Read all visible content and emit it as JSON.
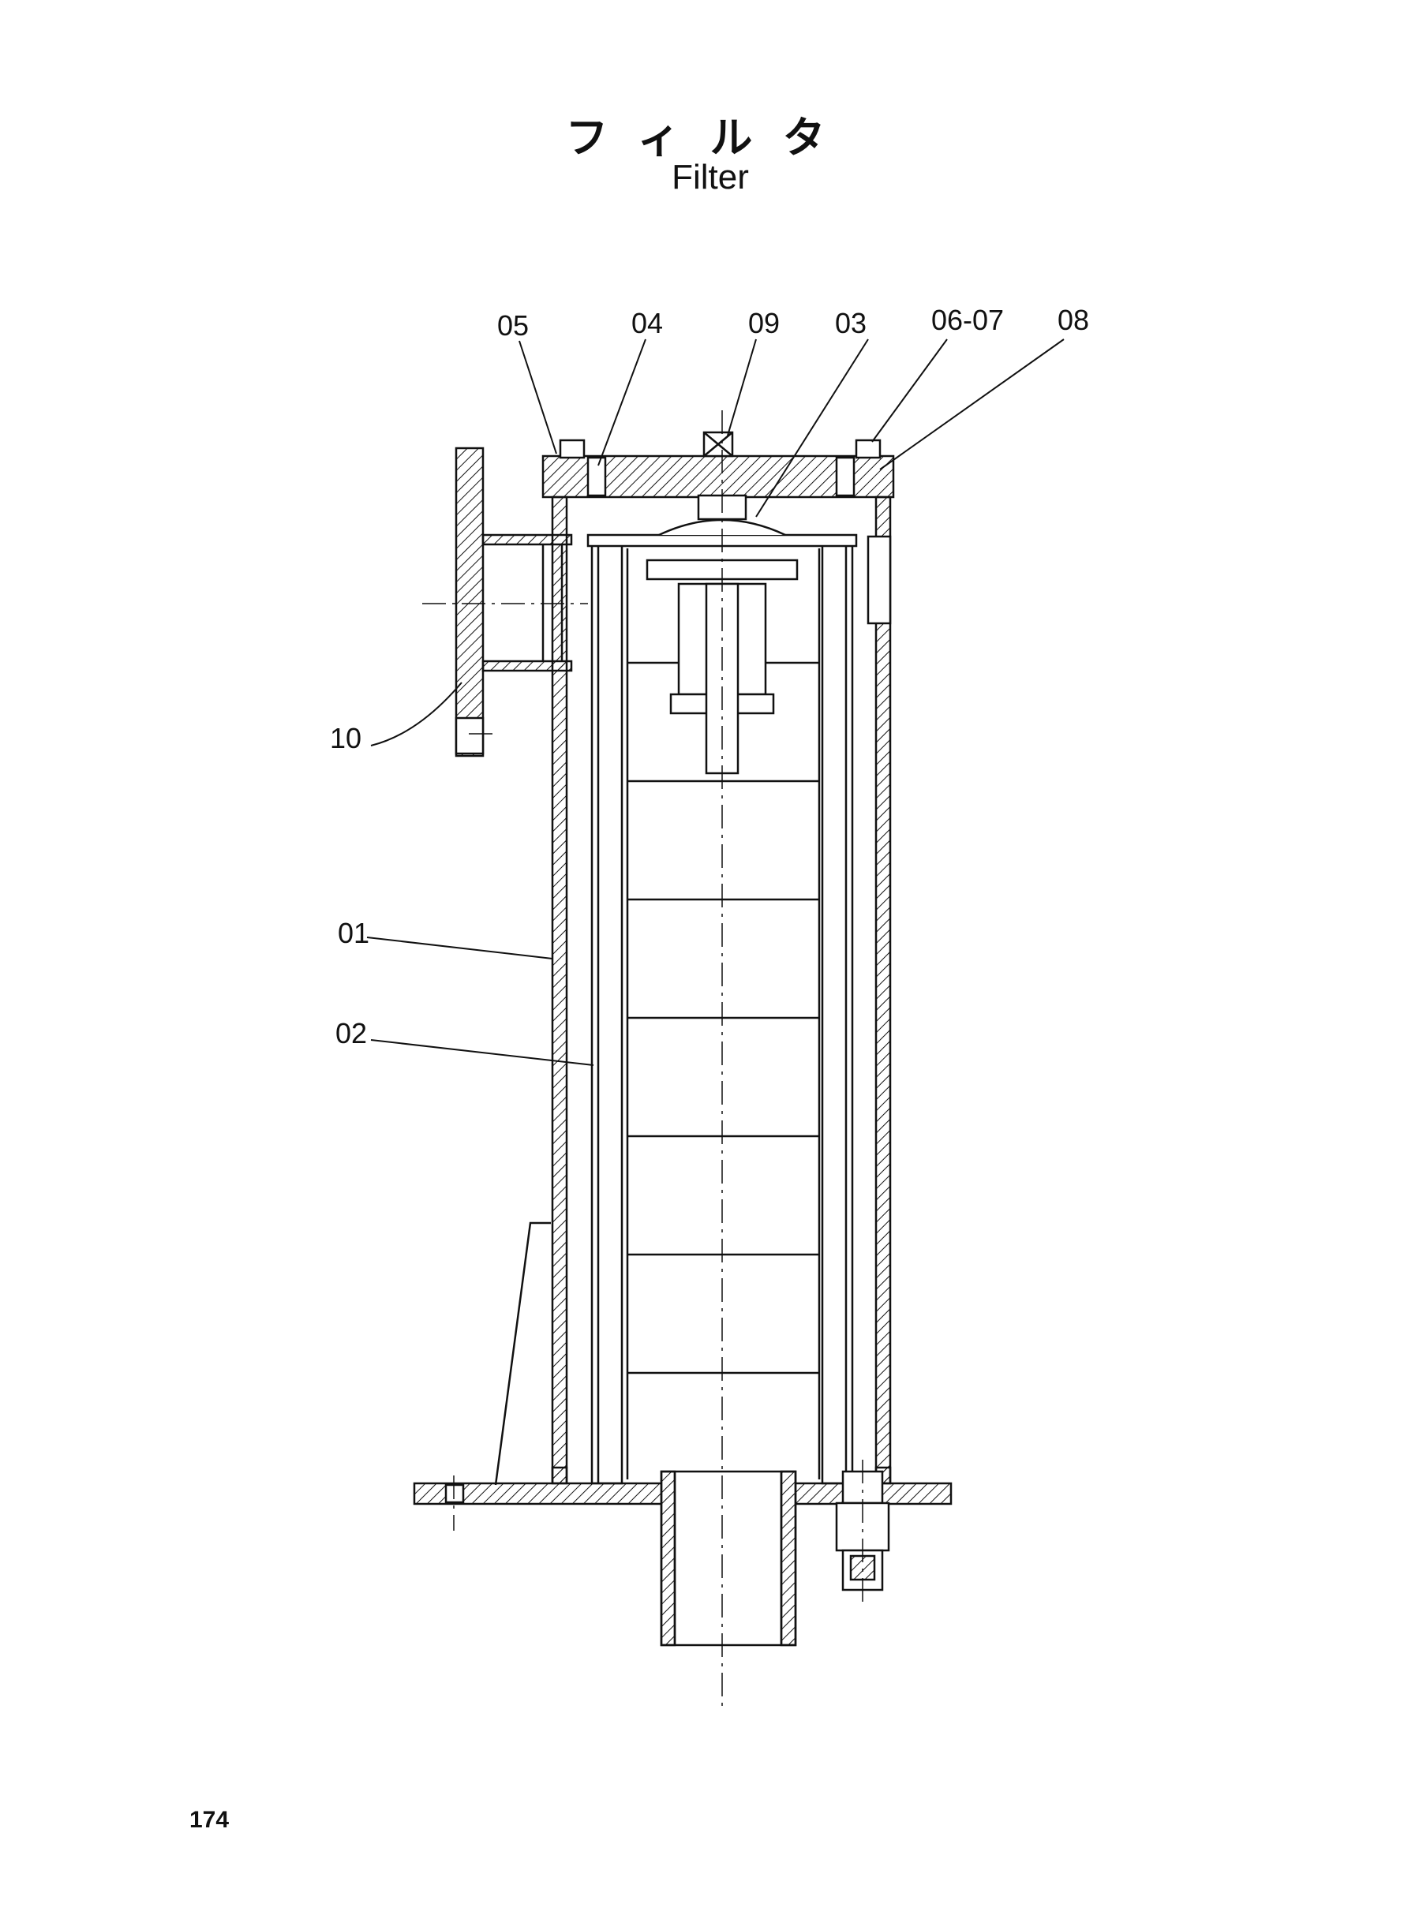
{
  "title": {
    "japanese": "フィルタ",
    "english": "Filter"
  },
  "page_number": "174",
  "part_labels": {
    "p01": "01",
    "p02": "02",
    "p03": "03",
    "p04": "04",
    "p05": "05",
    "p06_07": "06-07",
    "p08": "08",
    "p09": "09",
    "p10": "10"
  },
  "colors": {
    "ink": "#111111",
    "paper": "#ffffff"
  }
}
